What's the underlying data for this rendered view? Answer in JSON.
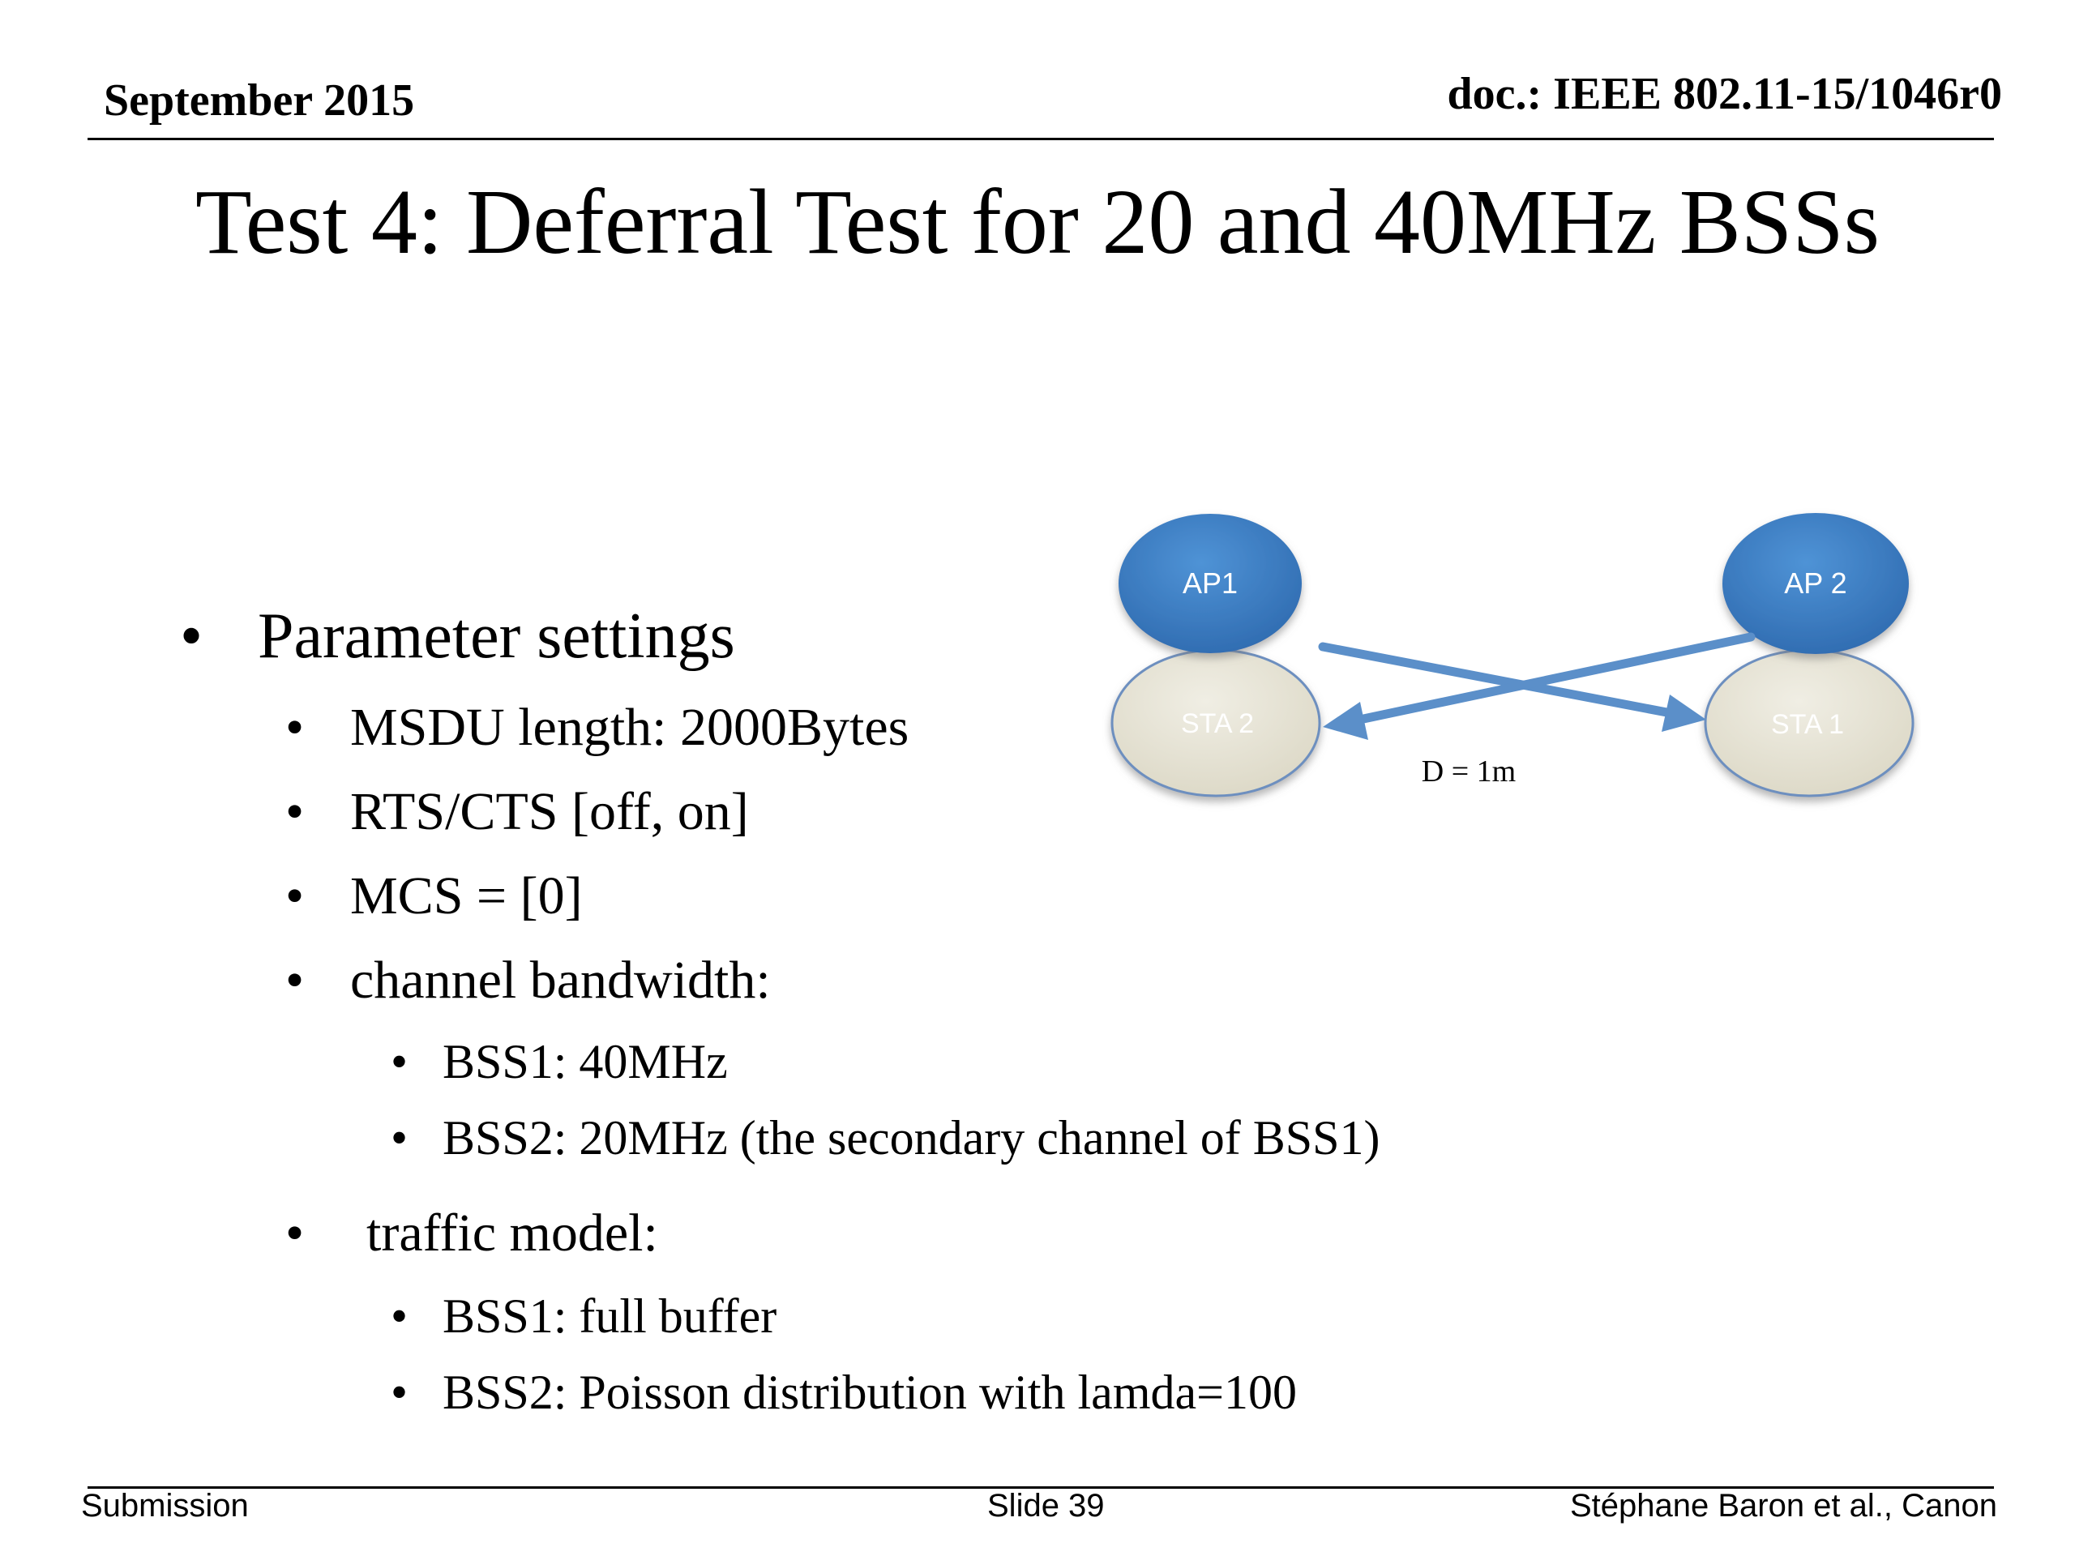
{
  "header": {
    "date": "September 2015",
    "doc_id": "doc.: IEEE 802.11-15/1046r0"
  },
  "title": "Test 4: Deferral Test for 20 and 40MHz BSSs",
  "content": {
    "bullet_glyph": "•",
    "parameter_settings": "Parameter settings",
    "msdu_length": "MSDU length: 2000Bytes",
    "rts_cts": "RTS/CTS [off, on]",
    "mcs": "MCS = [0]",
    "channel_bandwidth": "channel bandwidth:",
    "bss1_bandwidth": "BSS1: 40MHz",
    "bss2_bandwidth": "BSS2: 20MHz (the secondary channel of BSS1)",
    "traffic_model": "traffic model:",
    "bss1_traffic": "BSS1: full buffer",
    "bss2_traffic": "BSS2: Poisson distribution with lamda=100"
  },
  "diagram": {
    "ap1": "AP1",
    "ap2": "AP 2",
    "sta2": "STA 2",
    "sta1": "STA 1",
    "distance": "D = 1m",
    "colors": {
      "ap_fill": "#3f7fc4",
      "sta_fill": "#e8e5d8",
      "arrow": "#5b8fc9"
    }
  },
  "footer": {
    "left": "Submission",
    "center": "Slide 39",
    "right": "Stéphane Baron et al., Canon"
  }
}
